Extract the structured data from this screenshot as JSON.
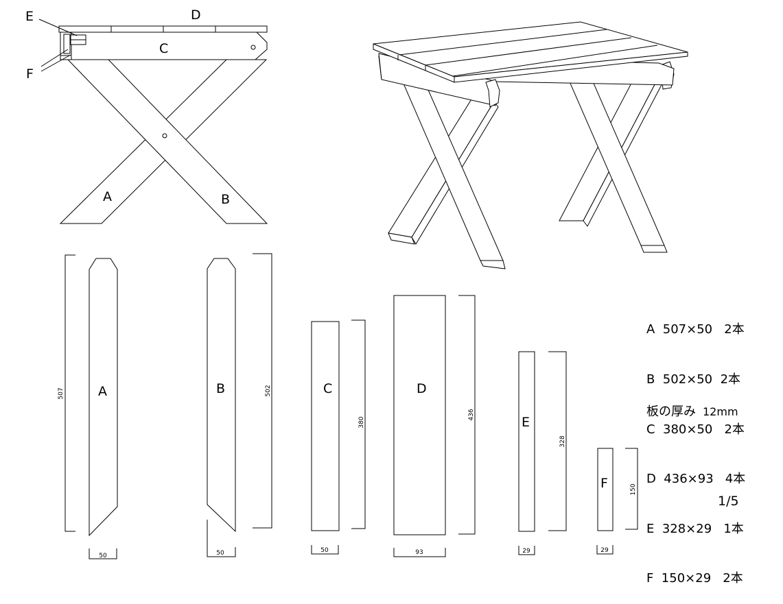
{
  "front_view": {
    "labels": {
      "a": "A",
      "b": "B",
      "c": "C",
      "d": "D",
      "e": "E",
      "f": "F"
    }
  },
  "parts_drawings": [
    {
      "label": "A",
      "length": "507",
      "width": "50"
    },
    {
      "label": "B",
      "length": "502",
      "width": "50"
    },
    {
      "label": "C",
      "length": "380",
      "width": "50"
    },
    {
      "label": "D",
      "length": "436",
      "width": "93"
    },
    {
      "label": "E",
      "length": "328",
      "width": "29"
    },
    {
      "label": "F",
      "length": "150",
      "width": "29"
    }
  ],
  "parts_list": [
    "A  507×50   2本",
    "B  502×50  2本",
    "C  380×50   2本",
    "D  436×93   4本",
    "E  328×29   1本",
    "F  150×29   2本"
  ],
  "thickness": {
    "label": "板の厚み",
    "value": "12mm"
  },
  "scale": "1/5"
}
